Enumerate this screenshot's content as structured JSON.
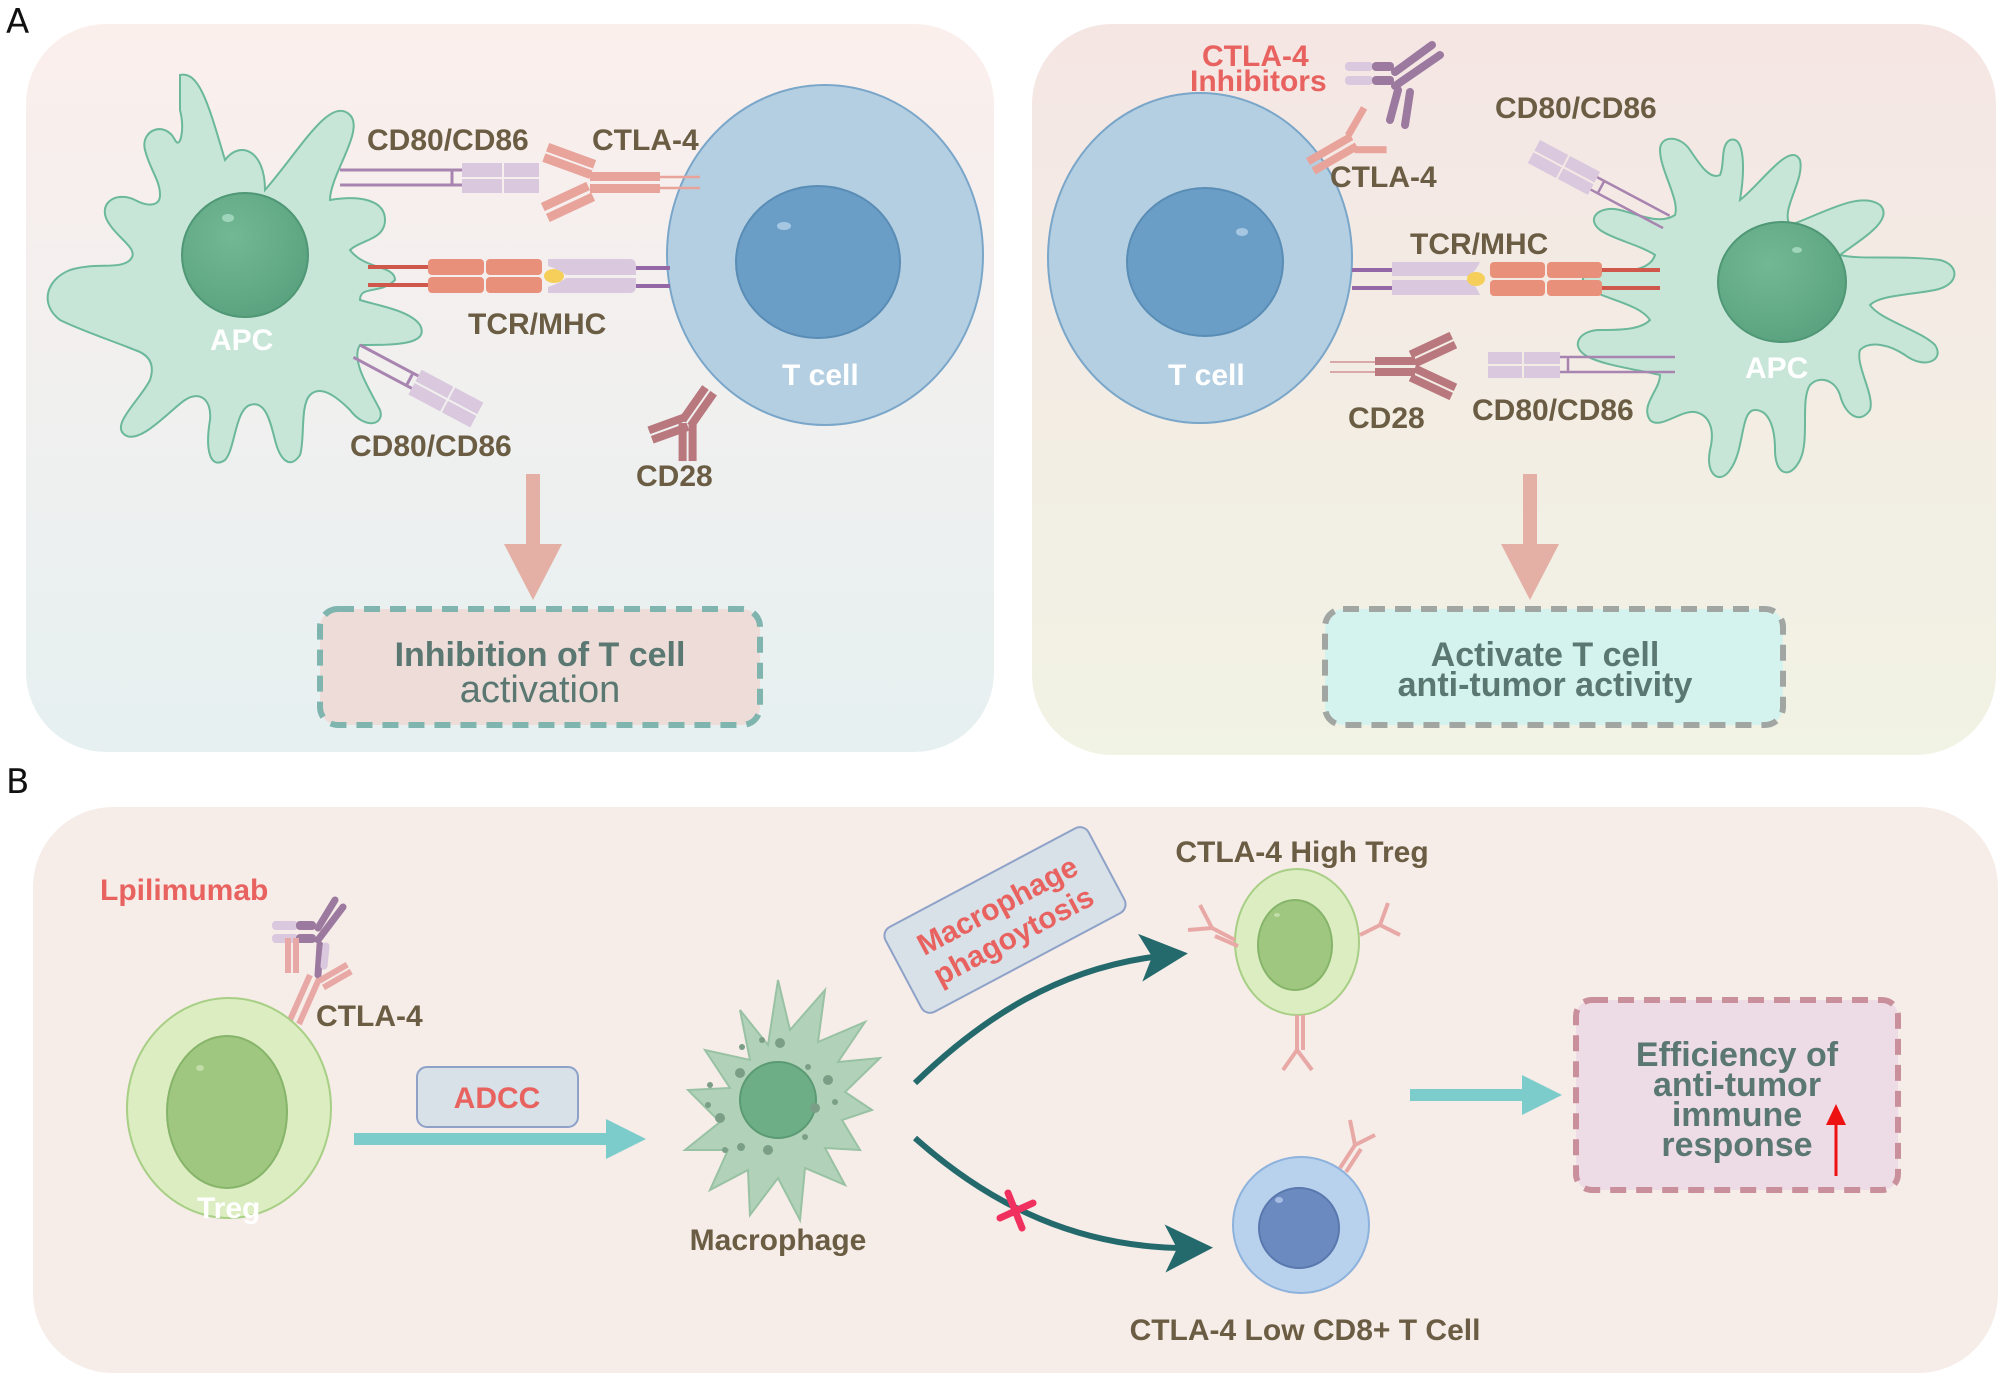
{
  "panels": {
    "a": {
      "letter": "A",
      "left": {
        "apc_label": "APC",
        "tcell_label": "T cell",
        "cd80_top_label": "CD80/CD86",
        "ctla4_label": "CTLA-4",
        "tcr_mhc_label": "TCR/MHC",
        "cd80_bottom_label": "CD80/CD86",
        "cd28_label": "CD28",
        "result_line1": "Inhibition of T cell",
        "result_line2": "activation"
      },
      "right": {
        "inhibitors_line1": "CTLA-4",
        "inhibitors_line2": "Inhibitors",
        "ctla4_label": "CTLA-4",
        "cd80_top_label": "CD80/CD86",
        "tcr_mhc_label": "TCR/MHC",
        "tcell_label": "T cell",
        "apc_label": "APC",
        "cd28_label": "CD28",
        "cd80_bottom_label": "CD80/CD86",
        "result_line1": "Activate T cell",
        "result_line2": "anti-tumor activity"
      }
    },
    "b": {
      "letter": "B",
      "drug_label": "Lpilimumab",
      "ctla4_label": "CTLA-4",
      "treg_label": "Treg",
      "adcc_label": "ADCC",
      "macrophage_label": "Macrophage",
      "phagocytosis_line1": "Macrophage",
      "phagocytosis_line2": "phagoytosis",
      "high_treg_label": "CTLA-4 High Treg",
      "low_cd8_label": "CTLA-4 Low CD8+ T Cell",
      "result_lines": [
        "Efficiency of",
        "anti-tumor",
        "immune",
        "response"
      ],
      "increase_symbol": "up-arrow",
      "blocked_symbol": "x-mark"
    }
  },
  "colors": {
    "label_brown": "#6b5d43",
    "highlight_red": "#e8625f",
    "tcell_blue": "#b5cfe2",
    "apc_green": "#c8e6d8",
    "treg_green": "#dcedc1",
    "cd8_blue": "#b8d2ee",
    "flow_teal": "#7ccccc",
    "curve_dark_teal": "#246a6c",
    "block_pink": "#f0305f",
    "increase_red": "#ee1111"
  }
}
